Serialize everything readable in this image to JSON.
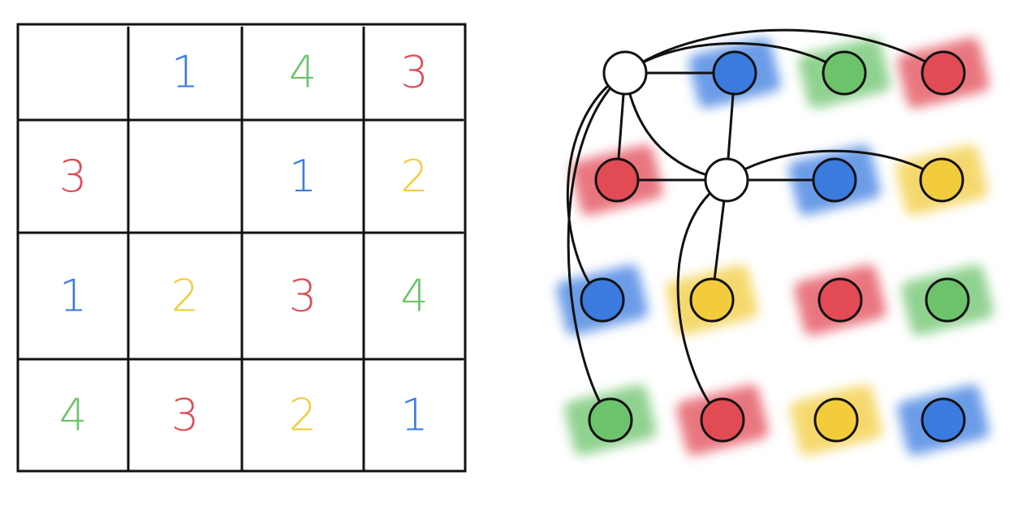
{
  "colors": {
    "1": "#3b7be0",
    "2": "#f2cc3c",
    "3": "#e24a54",
    "4": "#6cc36b",
    "line": "#111111",
    "node_empty": "#ffffff"
  },
  "sudoku": {
    "grid": [
      [
        "",
        "1",
        "4",
        "3"
      ],
      [
        "3",
        "",
        "1",
        "2"
      ],
      [
        "1",
        "2",
        "3",
        "4"
      ],
      [
        "4",
        "3",
        "2",
        "1"
      ]
    ]
  },
  "graph": {
    "nodes": [
      [
        "",
        "1",
        "4",
        "3"
      ],
      [
        "3",
        "",
        "1",
        "2"
      ],
      [
        "1",
        "2",
        "3",
        "4"
      ],
      [
        "4",
        "3",
        "2",
        "1"
      ]
    ],
    "edges": [
      [
        [
          0,
          0
        ],
        [
          0,
          1
        ]
      ],
      [
        [
          0,
          0
        ],
        [
          0,
          2
        ]
      ],
      [
        [
          0,
          0
        ],
        [
          0,
          3
        ]
      ],
      [
        [
          0,
          0
        ],
        [
          1,
          0
        ]
      ],
      [
        [
          0,
          0
        ],
        [
          1,
          1
        ]
      ],
      [
        [
          0,
          0
        ],
        [
          2,
          0
        ]
      ],
      [
        [
          0,
          0
        ],
        [
          3,
          0
        ]
      ],
      [
        [
          1,
          1
        ],
        [
          0,
          1
        ]
      ],
      [
        [
          1,
          1
        ],
        [
          1,
          0
        ]
      ],
      [
        [
          1,
          1
        ],
        [
          1,
          2
        ]
      ],
      [
        [
          1,
          1
        ],
        [
          1,
          3
        ]
      ],
      [
        [
          1,
          1
        ],
        [
          2,
          1
        ]
      ],
      [
        [
          1,
          1
        ],
        [
          3,
          1
        ]
      ]
    ]
  }
}
